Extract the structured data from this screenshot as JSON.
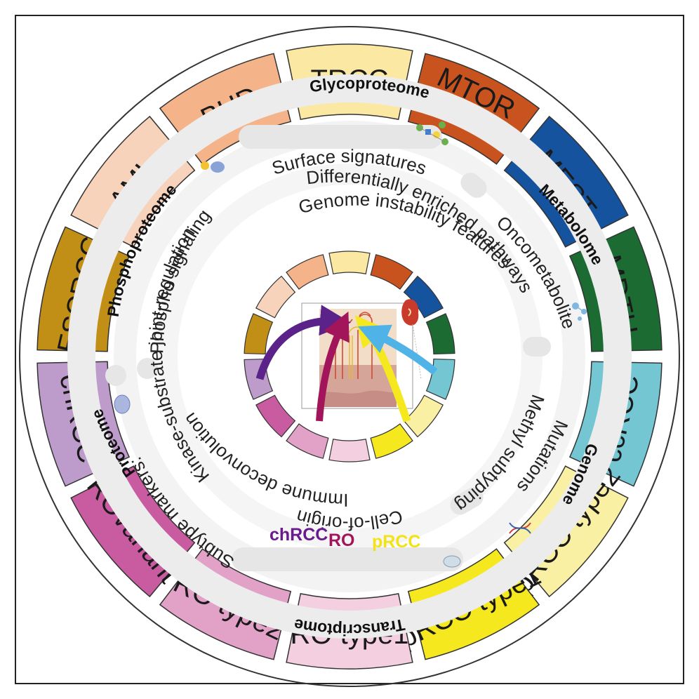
{
  "subtypes": [
    {
      "label": "TRCC",
      "color": "#fbe9a3"
    },
    {
      "label": "MTOR\nMutated",
      "color": "#c9531f"
    },
    {
      "label": "MEST",
      "color": "#15539e"
    },
    {
      "label": "MDTH",
      "color": "#1c6b33"
    },
    {
      "label": "ccRCC",
      "color": "#74c6d3"
    },
    {
      "label": "pRCC type2",
      "color": "#f9f0a4"
    },
    {
      "label": "pRCC type1",
      "color": "#f5e81e"
    },
    {
      "label": "RO type1",
      "color": "#f3cfe0"
    },
    {
      "label": "RO type2",
      "color": "#e2a2c7"
    },
    {
      "label": "ROvariant",
      "color": "#c95ba1"
    },
    {
      "label": "chRCC",
      "color": "#bd9bca"
    },
    {
      "label": "ESCRCC",
      "color": "#c28f16"
    },
    {
      "label": "AML",
      "color": "#f8d3bb"
    },
    {
      "label": "BHD",
      "color": "#f5b389"
    }
  ],
  "omics": {
    "glycoproteome": "Glycoproteome",
    "metabolome": "Metabolome",
    "genome": "Genome",
    "transcriptome": "Transcriptome",
    "proteome": "Proteome",
    "phosphoproteome": "Phosphoproteome"
  },
  "features": {
    "surface_signatures": "Surface signatures",
    "differentially_enriched_pathways": "Differentially enriched pathways",
    "genome_instability_features": "Genome instability features",
    "oncometabolite": "Oncometabolite",
    "methyl_subtyping": "Methyl subtyping",
    "mutations": "Mutations",
    "immune_deconvolution": "Immune deconvolution",
    "cell_of_origin": "Cell-of-origin",
    "kinase_substrate": "Kinase-substrate joint-regulation",
    "phospho_signaling": "Phospho signaling",
    "subtype_markers": "Subtype markers:"
  },
  "markers": [
    {
      "label": "chRCC",
      "color": "#6a1a8f"
    },
    {
      "label": "RO",
      "color": "#a3155a"
    },
    {
      "label": "pRCC",
      "color": "#f3e316"
    }
  ],
  "arrows": [
    {
      "color": "#5b2389"
    },
    {
      "color": "#a3155a"
    },
    {
      "color": "#f5e81e"
    },
    {
      "color": "#4fb3e8"
    }
  ]
}
